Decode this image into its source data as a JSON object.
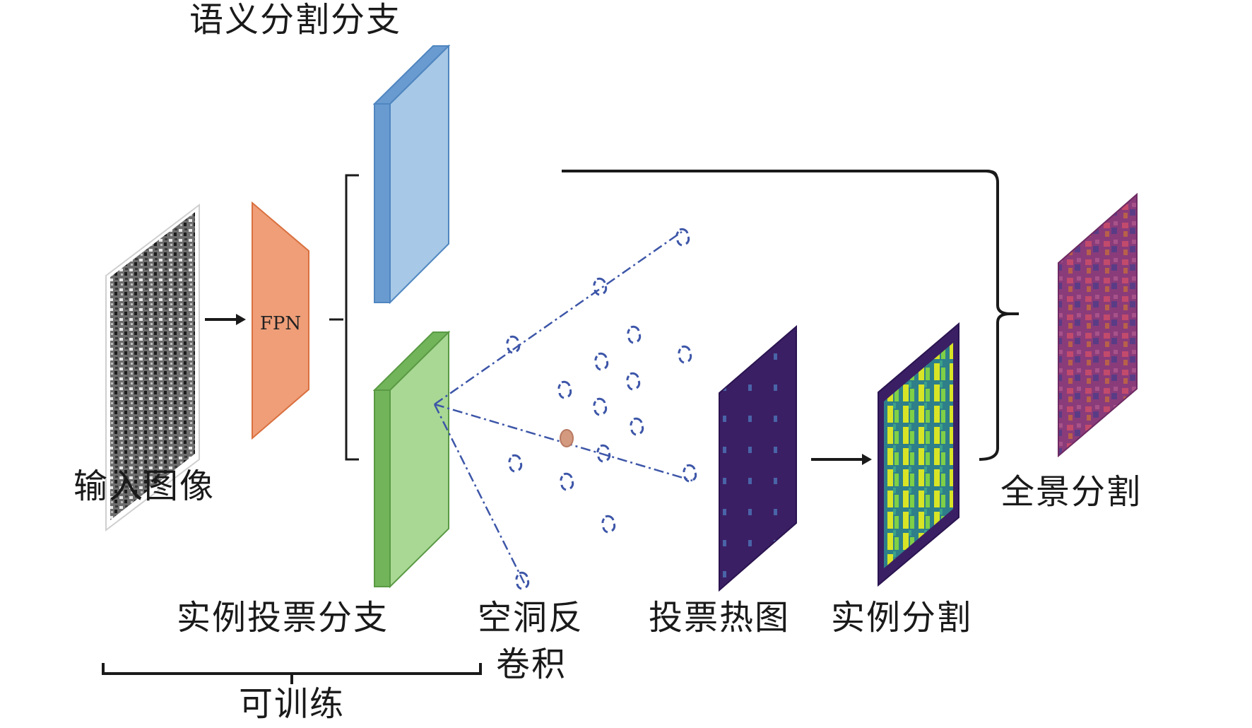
{
  "labels": {
    "semantic_branch": "语义分割分支",
    "input_image": "输入图像",
    "fpn": "FPN",
    "instance_vote_branch": "实例投票分支",
    "dilated_deconv_line1": "空洞反",
    "dilated_deconv_line2": "卷积",
    "vote_heatmap": "投票热图",
    "instance_seg": "实例分割",
    "panoptic_seg": "全景分割",
    "trainable": "可训练"
  },
  "colors": {
    "semantic_block_front": "#a7c8e6",
    "semantic_block_side": "#6a9bd0",
    "instance_block_front": "#a9d895",
    "instance_block_side": "#72b45a",
    "fpn_fill": "#ef9e78",
    "fpn_stroke": "#d9703f",
    "vote_marker": "#3d56a8",
    "center_marker": "#d39a80",
    "heatmap_bg": "#3b1f64",
    "panoptic_bg": "#8a3c7a",
    "line": "#1a1a1a"
  }
}
